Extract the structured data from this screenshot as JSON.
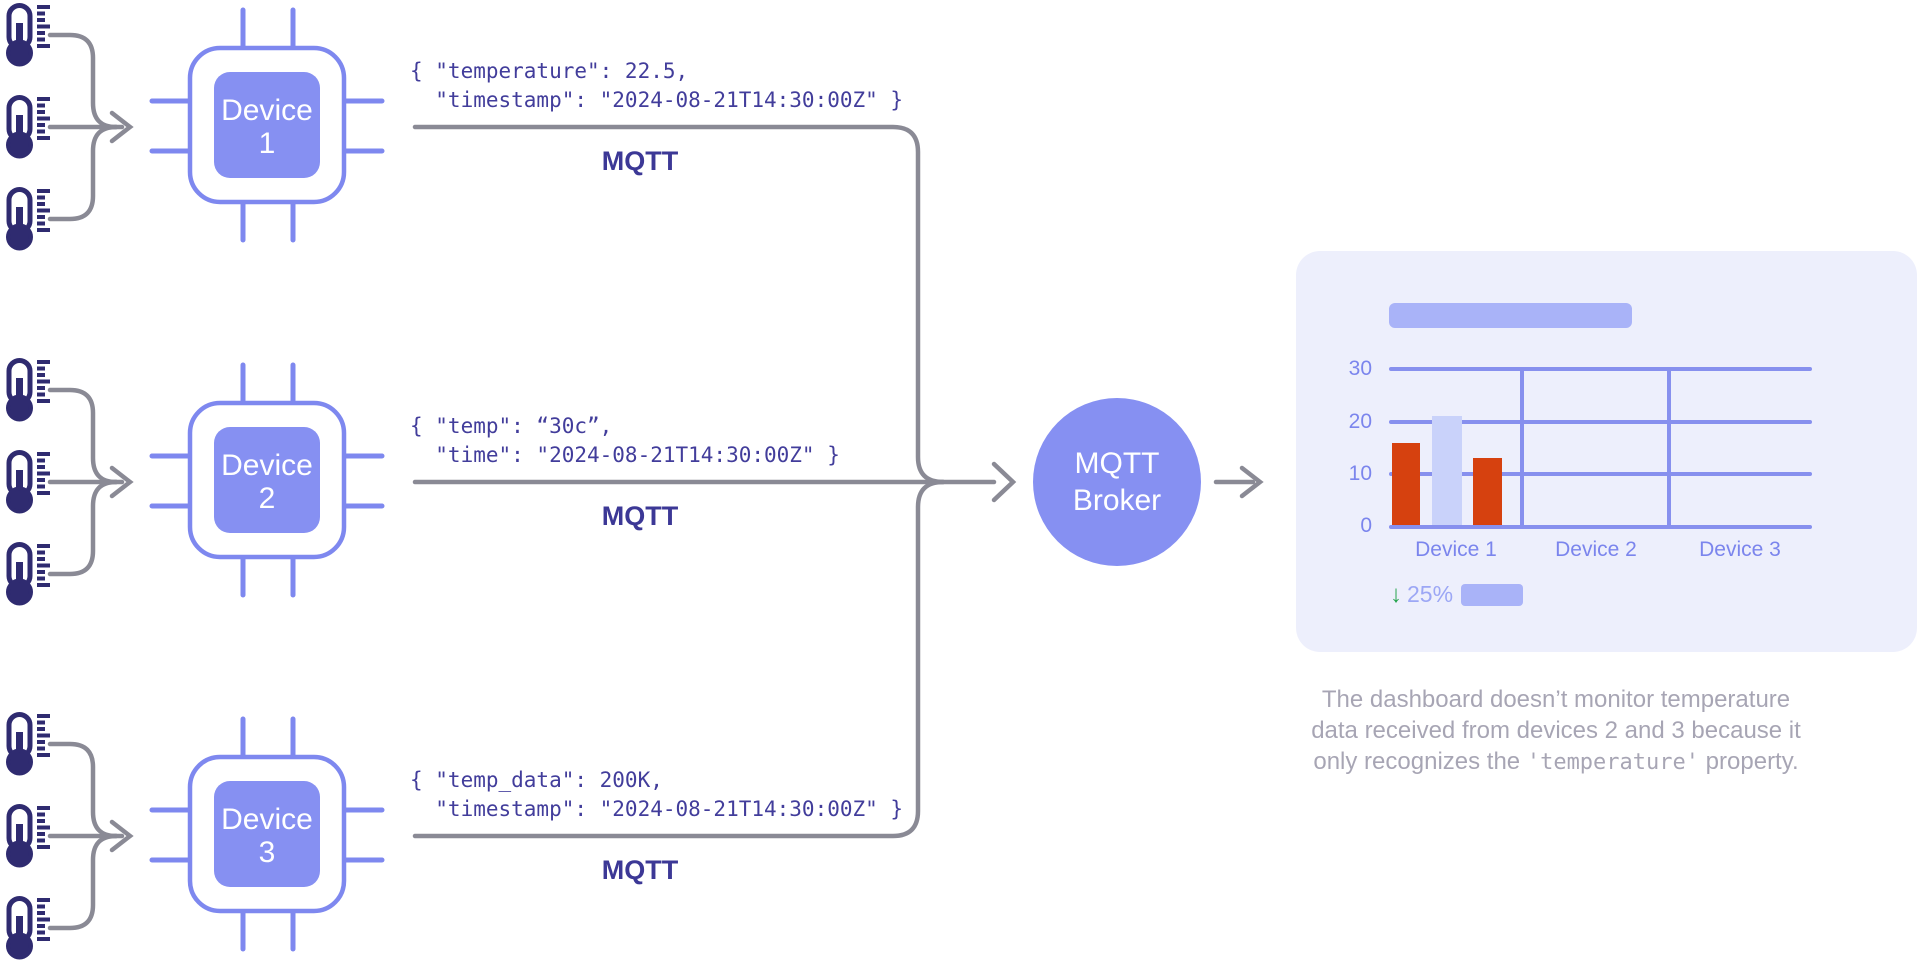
{
  "diagram": {
    "sensor_icon": "thermometer-icon",
    "devices": [
      {
        "name_line1": "Device",
        "name_line2": "1",
        "protocol": "MQTT",
        "payload_line1": "{ \"temperature\": 22.5,",
        "payload_line2": "  \"timestamp\": \"2024-08-21T14:30:00Z\" }"
      },
      {
        "name_line1": "Device",
        "name_line2": "2",
        "protocol": "MQTT",
        "payload_line1": "{ \"temp\": “30c”,",
        "payload_line2": "  \"time\": \"2024-08-21T14:30:00Z\" }"
      },
      {
        "name_line1": "Device",
        "name_2": "3",
        "name_line2": "3",
        "protocol": "MQTT",
        "payload_line1": "{ \"temp_data\": 200K,",
        "payload_line2": "  \"timestamp\": \"2024-08-21T14:30:00Z\" }"
      }
    ],
    "broker": {
      "line1": "MQTT",
      "line2": "Broker"
    }
  },
  "dashboard": {
    "trend": {
      "arrow": "↓",
      "percent": "25%"
    }
  },
  "chart_data": {
    "type": "bar",
    "categories": [
      "Device 1",
      "Device 2",
      "Device 3"
    ],
    "yticks": [
      "30",
      "20",
      "10",
      "0"
    ],
    "ylim": [
      0,
      30
    ],
    "grid": true,
    "bars": [
      {
        "category": "Device 1",
        "value": 16,
        "color": "#d6410f"
      },
      {
        "category": "Device 1",
        "value": 21,
        "color": "#c9d2fa"
      },
      {
        "category": "Device 1",
        "value": 13,
        "color": "#d6410f"
      }
    ],
    "note": "Devices 2 and 3 show no data",
    "annotation": {
      "trend_direction": "down",
      "trend_percent": "25%"
    }
  },
  "caption": {
    "line1": "The dashboard doesn’t monitor temperature",
    "line2": "data received from devices 2 and 3 because it",
    "line3_prefix": "only recognizes the ",
    "line3_code": "'temperature'",
    "line3_suffix": " property."
  },
  "colors": {
    "accent_periwinkle": "#7e88ef",
    "chip_fill": "#8690f2",
    "thermometer_navy": "#2f2b70",
    "connector_gray": "#8a8a95",
    "json_text": "#423d9b",
    "mqtt_label": "#3c3896",
    "card_bg": "#edeffc",
    "skeleton": "#a9b3f8",
    "bar_red": "#d6410f",
    "bar_lavender": "#c9d2fa",
    "gridline": "#8790ee",
    "axis_label": "#7b85ed",
    "trend_green": "#26a44e",
    "trend_pct": "#9ca7f5"
  }
}
